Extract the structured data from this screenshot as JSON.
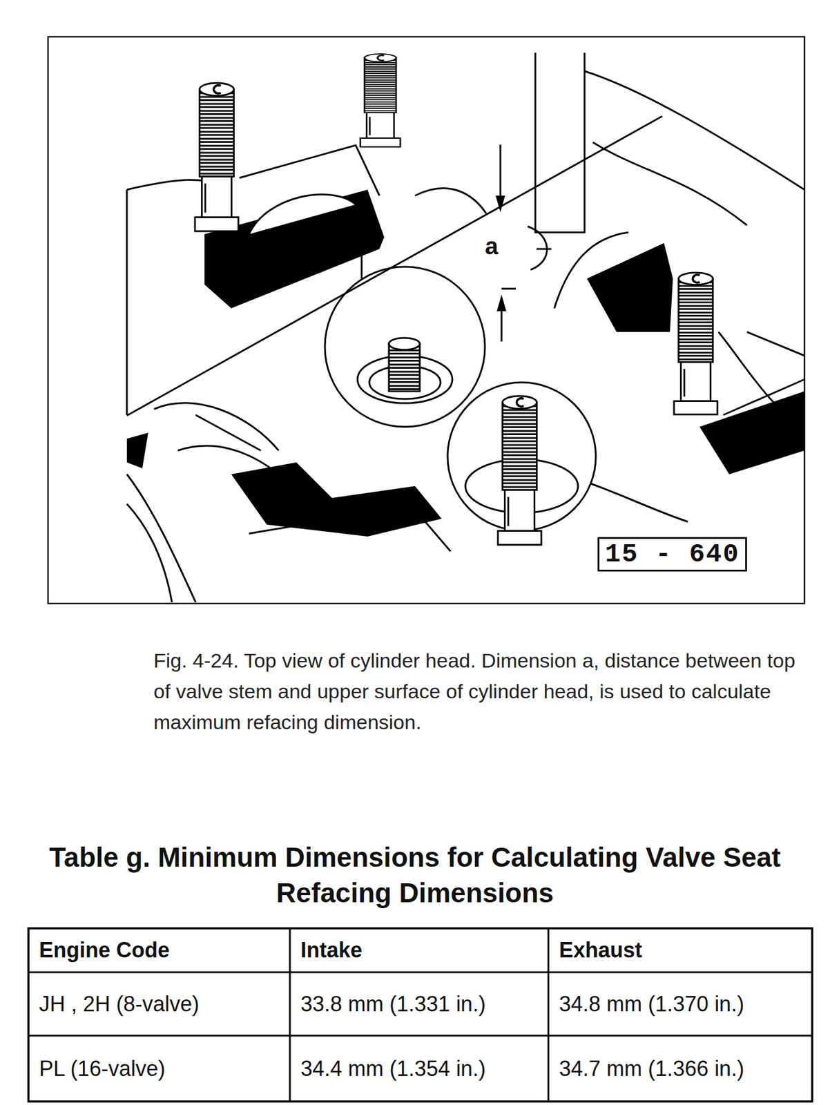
{
  "diagram": {
    "title": "Table g. Minimum Dimensions for Calculating Valve Seat Refacing Dimensions",
    "caption": "Fig. 4-24. Top view of cylinder head. Dimension a, distance between top of valve stem and upper surface of cylinder head, is used to calculate maximum refacing dimension.",
    "nodes": [
      {
        "text": [
          "15 - 640"
        ]
      }
    ],
    "labels": [
      "a",
      "Engine Code",
      "Intake",
      "Exhaust",
      "JH , 2H (8-valve)",
      "33.8 mm (1.331 in.)",
      "34.8 mm (1.370 in.)",
      "PL (16-valve)",
      "34.4 mm (1.354 in.)",
      "34.7 mm (1.366 in.)"
    ]
  }
}
